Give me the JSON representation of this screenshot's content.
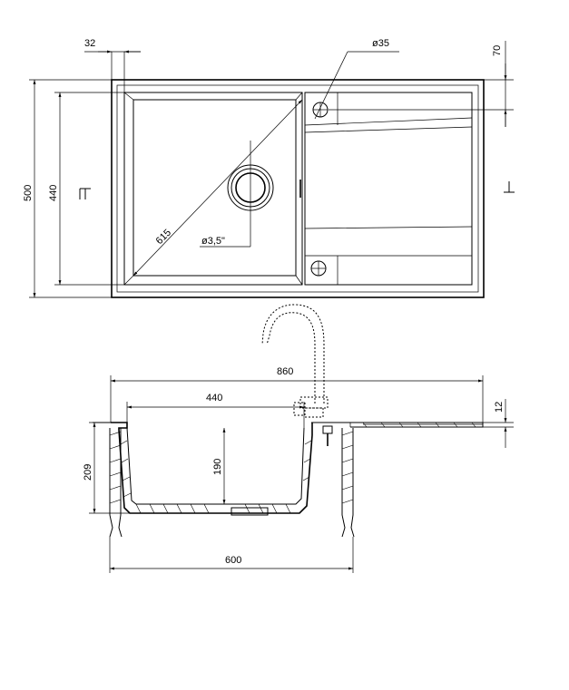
{
  "top_view": {
    "dim_32": "32",
    "dim_d35": "ø35",
    "dim_70": "70",
    "dim_500": "500",
    "dim_440": "440",
    "dim_615": "615",
    "dim_d35deg": "ø3,5\""
  },
  "side_view": {
    "dim_860": "860",
    "dim_440": "440",
    "dim_12": "12",
    "dim_209": "209",
    "dim_190": "190",
    "dim_600": "600"
  },
  "colors": {
    "line": "#000000",
    "background": "#ffffff"
  }
}
